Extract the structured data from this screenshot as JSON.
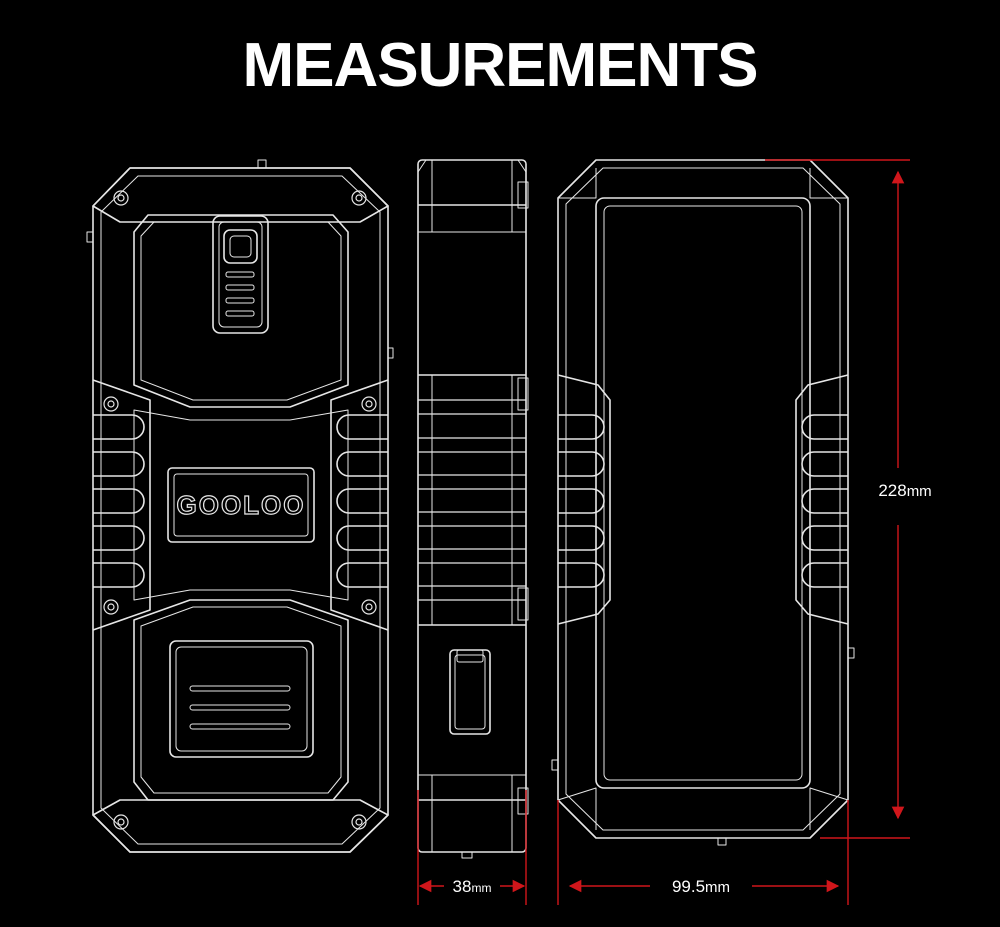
{
  "title": "MEASUREMENTS",
  "brand_logo": "GOOLOO",
  "dimensions": {
    "height": {
      "value": "228",
      "unit": "mm"
    },
    "depth": {
      "value": "38",
      "unit": "mm"
    },
    "width": {
      "value": "99.5",
      "unit": "mm"
    }
  },
  "colors": {
    "background": "#000000",
    "line": "#e6e6e6",
    "dimension": "#d0161b",
    "text": "#ffffff"
  }
}
